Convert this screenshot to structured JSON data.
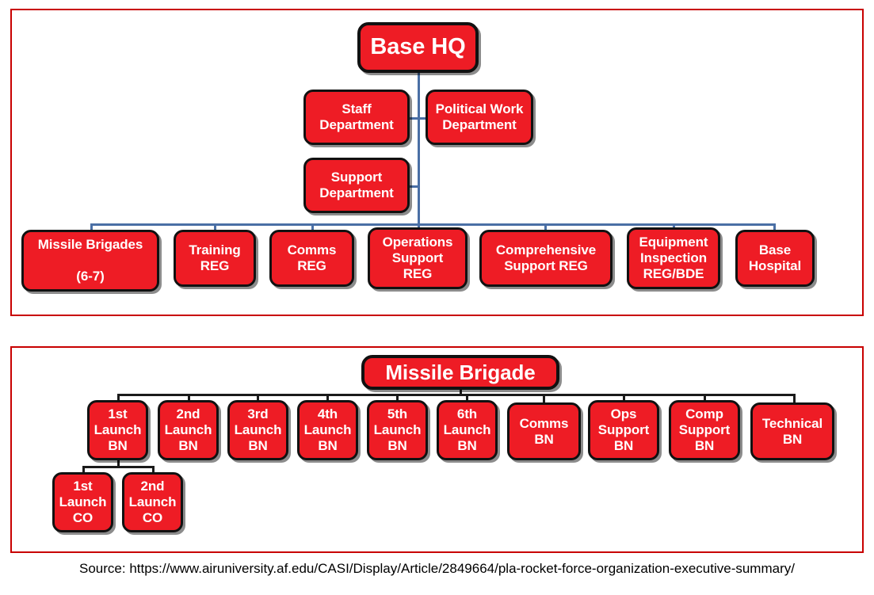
{
  "colors": {
    "panel_border": "#C80000",
    "node_fill": "#EE1C25",
    "node_border": "#111111",
    "node_text": "#FFFFFF",
    "connector_chart1": "#4A6FA5",
    "connector_chart2": "#1A1A1A",
    "background": "#FFFFFF"
  },
  "chart_data": [
    {
      "type": "diagram",
      "title": "Base HQ",
      "diagram_kind": "organization-chart",
      "root": "Base HQ",
      "staff_nodes": [
        "Staff Department",
        "Political Work Department",
        "Support Department"
      ],
      "subordinate_units": [
        "Missile Brigades (6-7)",
        "Training REG",
        "Comms REG",
        "Operations Support REG",
        "Comprehensive Support REG",
        "Equipment Inspection REG/BDE",
        "Base Hospital"
      ]
    },
    {
      "type": "diagram",
      "title": "Missile Brigade",
      "diagram_kind": "organization-chart",
      "root": "Missile Brigade",
      "subordinate_units": [
        "1st Launch BN",
        "2nd Launch BN",
        "3rd Launch BN",
        "4th Launch BN",
        "5th Launch BN",
        "6th Launch BN",
        "Comms BN",
        "Ops Support BN",
        "Comp Support BN",
        "Technical BN"
      ],
      "third_level_parent": "1st Launch BN",
      "third_level_units": [
        "1st Launch CO",
        "2nd Launch CO"
      ]
    }
  ],
  "chart1": {
    "root": {
      "label": "Base HQ"
    },
    "staff": [
      {
        "label": "Staff\nDepartment"
      },
      {
        "label": "Political Work\nDepartment"
      },
      {
        "label": "Support\nDepartment"
      }
    ],
    "units": [
      {
        "label": "Missile Brigades\n\n(6-7)"
      },
      {
        "label": "Training\nREG"
      },
      {
        "label": "Comms\nREG"
      },
      {
        "label": "Operations\nSupport\nREG"
      },
      {
        "label": "Comprehensive\nSupport REG"
      },
      {
        "label": "Equipment\nInspection\nREG/BDE"
      },
      {
        "label": "Base\nHospital"
      }
    ]
  },
  "chart2": {
    "root": {
      "label": "Missile Brigade"
    },
    "units": [
      {
        "label": "1st\nLaunch\nBN"
      },
      {
        "label": "2nd\nLaunch\nBN"
      },
      {
        "label": "3rd\nLaunch\nBN"
      },
      {
        "label": "4th\nLaunch\nBN"
      },
      {
        "label": "5th\nLaunch\nBN"
      },
      {
        "label": "6th\nLaunch\nBN"
      },
      {
        "label": "Comms\nBN"
      },
      {
        "label": "Ops\nSupport\nBN"
      },
      {
        "label": "Comp\nSupport\nBN"
      },
      {
        "label": "Technical\nBN"
      }
    ],
    "companies": [
      {
        "label": "1st\nLaunch\nCO"
      },
      {
        "label": "2nd\nLaunch\nCO"
      }
    ]
  },
  "caption": {
    "source_text": "Source: https://www.airuniversity.af.edu/CASI/Display/Article/2849664/pla-rocket-force-organization-executive-summary/"
  }
}
